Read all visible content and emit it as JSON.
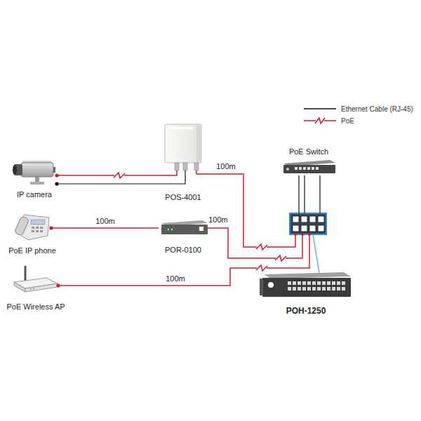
{
  "diagram": {
    "nodes": [
      {
        "text": [
          "IP camera"
        ]
      },
      {
        "text": [
          "POS-4001"
        ]
      },
      {
        "text": [
          "PoE Switch"
        ]
      },
      {
        "text": [
          "PoE IP phone"
        ]
      },
      {
        "text": [
          "POR-0100"
        ]
      },
      {
        "text": [
          "PoE Wireless AP"
        ]
      },
      {
        "text": [
          "POH-1250"
        ]
      }
    ],
    "edges": [
      {
        "from": 0,
        "to": 1,
        "arrow": "none"
      },
      {
        "from": 0,
        "to": 1,
        "arrow": "none"
      },
      {
        "from": 1,
        "to": 6,
        "label": "100m",
        "arrow": "none"
      },
      {
        "from": 3,
        "to": 4,
        "label": "100m",
        "arrow": "none"
      },
      {
        "from": 4,
        "to": 6,
        "label": "100m",
        "arrow": "none"
      },
      {
        "from": 5,
        "to": 6,
        "label": "100m",
        "arrow": "none"
      },
      {
        "from": 2,
        "to": 6,
        "arrow": "none"
      },
      {
        "from": 2,
        "to": 6,
        "arrow": "none"
      },
      {
        "from": 2,
        "to": 6,
        "arrow": "none"
      }
    ],
    "legend": [
      {
        "text": "Ethernet Cable (RJ-45)"
      },
      {
        "text": "PoE"
      }
    ]
  }
}
